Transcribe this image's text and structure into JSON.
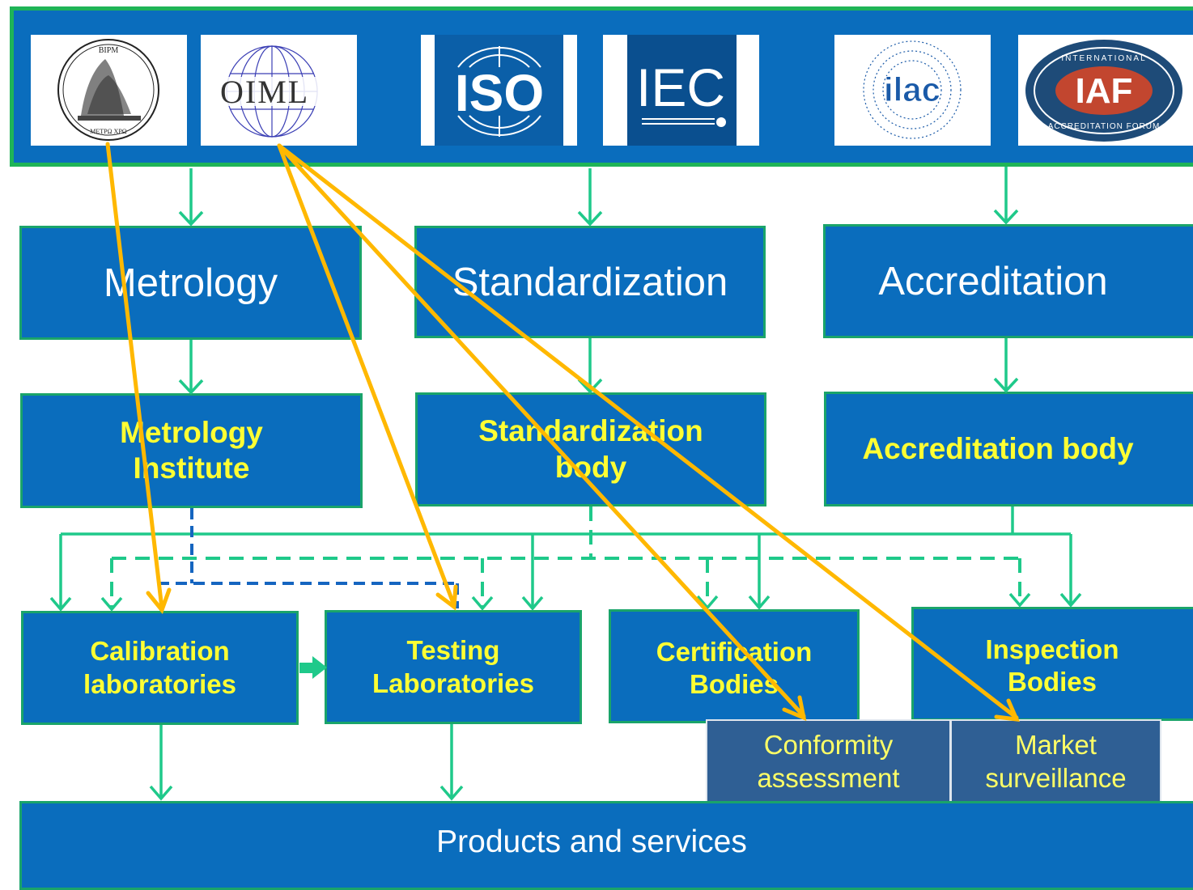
{
  "logos": {
    "bipm": {
      "top_text": "BIPM",
      "bottom_text": "ΜΕΤΡΩ ΧΡΩ"
    },
    "oiml": {
      "text": "OIML"
    },
    "iso": {
      "text": "ISO"
    },
    "iec": {
      "text": "IEC"
    },
    "ilac": {
      "text": "ilac"
    },
    "iaf": {
      "text": "IAF",
      "ring_top": "INTERNATIONAL",
      "ring_bottom": "ACCREDITATION FORUM"
    }
  },
  "pillars": {
    "metrology": "Metrology",
    "standardization": "Standardization",
    "accreditation": "Accreditation"
  },
  "bodies": {
    "metrology_institute": [
      "Metrology",
      "Institute"
    ],
    "standardization_body": [
      "Standardization",
      "body"
    ],
    "accreditation_body": "Accreditation body"
  },
  "units": {
    "calibration": [
      "Calibration",
      "laboratories"
    ],
    "testing": [
      "Testing",
      "Laboratories"
    ],
    "certification": [
      "Certification",
      "Bodies"
    ],
    "inspection": [
      "Inspection",
      "Bodies"
    ]
  },
  "activities": {
    "conformity": [
      "Conformity",
      "assessment"
    ],
    "market": [
      "Market",
      "surveillance"
    ]
  },
  "products": "Products and services",
  "colors": {
    "box_blue": "#0a6dbd",
    "box_border_green": "#1aa46a",
    "arrow_green": "#1fc98a",
    "arrow_orange": "#ffb800",
    "label_yellow": "#ffff33",
    "dashed_blue": "#1565c0",
    "activity_blue": "#2f5f94"
  }
}
